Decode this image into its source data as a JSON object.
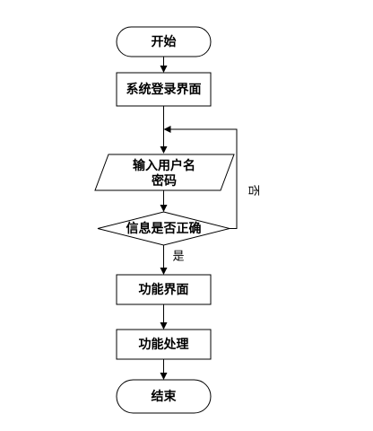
{
  "nodes": {
    "start": "开始",
    "login_page": "系统登录界面",
    "input_line1": "输入用户名",
    "input_line2": "密码",
    "check": "信息是否正确",
    "function_page": "功能界面",
    "function_process": "功能处理",
    "end": "结束"
  },
  "edges": {
    "yes": "是",
    "no": "否"
  }
}
